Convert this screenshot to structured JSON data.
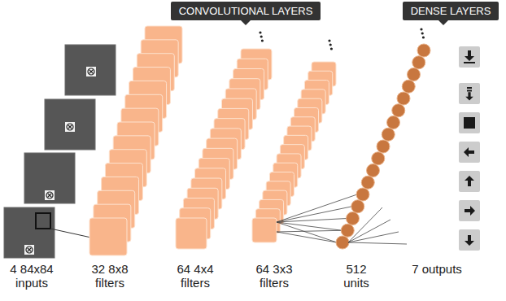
{
  "diagram": {
    "nodes": [
      {
        "text": [
          "CONVOLUTIONAL LAYERS"
        ]
      },
      {
        "text": [
          "DENSE LAYERS"
        ]
      }
    ],
    "labels": [
      "4 84x84 inputs",
      "32 8x8 filters",
      "64 4x4 filters",
      "64 3x3 filters",
      "512 units",
      "7 outputs"
    ]
  }
}
